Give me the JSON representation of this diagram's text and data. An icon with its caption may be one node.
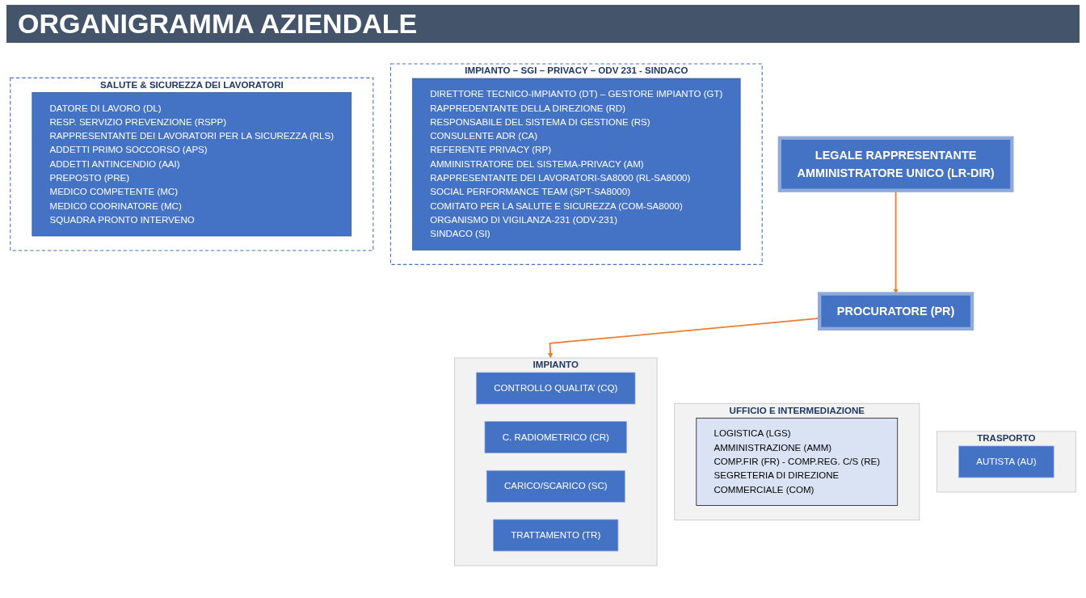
{
  "diagram": {
    "title": "ORGANIGRAMMA AZIENDALE",
    "nodes": [
      {
        "text": [
          "IMPIANTO – SGI – PRIVACY – ODV 231 - SINDACO"
        ]
      },
      {
        "text": [
          "DIRETTORE TECNICO-IMPIANTO (DT) – GESTORE IMPIANTO (GT)",
          "RAPPREDENTANTE DELLA DIREZIONE (RD)",
          "RESPONSABILE DEL SISTEMA DI GESTIONE (RS)",
          "CONSULENTE ADR (CA)",
          "REFERENTE PRIVACY (RP)",
          "AMMINISTRATORE DEL SISTEMA-PRIVACY (AM)",
          "RAPPRESENTANTE DEI LAVORATORI-SA8000 (RL-SA8000)",
          "SOCIAL PERFORMANCE TEAM (SPT-SA8000)",
          "COMITATO PER LA SALUTE E SICUREZZA (COM-SA8000)",
          "ORGANISMO DI VIGILANZA-231 (ODV-231)",
          "SINDACO (SI)"
        ],
        "in": 0
      },
      {
        "text": [
          "LEGALE RAPPRESENTANTE",
          "AMMINISTRATORE UNICO (LR-DIR)"
        ]
      },
      {
        "text": [
          "PROCURATORE (PR)"
        ]
      },
      {
        "text": [
          "SALUTE & SICUREZZA DEI LAVORATORI"
        ]
      },
      {
        "text": [
          "DATORE DI LAVORO (DL)",
          "RESP. SERVIZIO PREVENZIONE (RSPP)",
          "RAPPRESENTANTE DEI LAVORATORI PER LA SICUREZZA (RLS)",
          "ADDETTI PRIMO SOCCORSO (APS)",
          "ADDETTI ANTINCENDIO (AAI)",
          "PREPOSTO (PRE)",
          "MEDICO COMPETENTE (MC)",
          "MEDICO COORINATORE (MC)",
          "SQUADRA PRONTO INTERVENO"
        ],
        "in": 4
      },
      {
        "text": [
          "UFFICIO E INTERMEDIAZIONE"
        ]
      },
      {
        "text": [
          "LOGISTICA (LGS)",
          "AMMINISTRAZIONE (AMM)",
          "COMP.FIR (FR) - COMP.REG. C/S (RE)",
          "SEGRETERIA DI DIREZIONE",
          "COMMERCIALE (COM)"
        ],
        "in": 6
      },
      {
        "text": [
          "IMPIANTO"
        ]
      },
      {
        "text": [
          "CONTROLLO QUALITA’ (CQ)"
        ],
        "in": 8
      },
      {
        "text": [
          "C. RADIOMETRICO (CR)"
        ],
        "in": 8
      },
      {
        "text": [
          "CARICO/SCARICO  (SC)"
        ],
        "in": 8
      },
      {
        "text": [
          "TRATTAMENTO (TR)"
        ],
        "in": 8
      },
      {
        "text": [
          "TRASPORTO"
        ]
      },
      {
        "text": [
          "AUTISTA (AU)"
        ],
        "in": 13
      }
    ],
    "edges": [
      {
        "from": 2,
        "to": 3,
        "arrow": "to"
      },
      {
        "from": 3,
        "to": 8,
        "arrow": "to"
      }
    ]
  }
}
